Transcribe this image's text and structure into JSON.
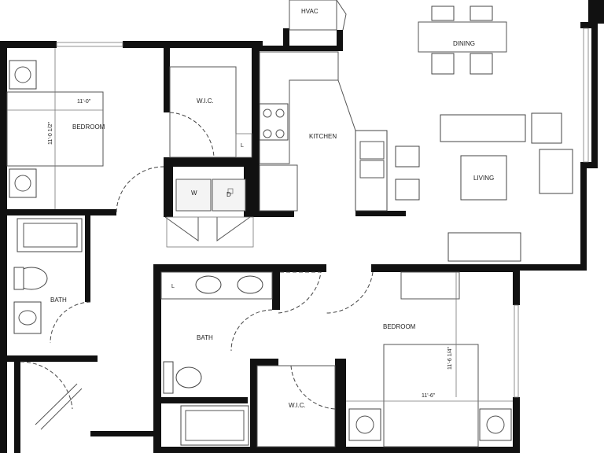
{
  "rooms": {
    "hvac": "HVAC",
    "dining": "DINING",
    "bedroom_top": "BEDROOM",
    "wic_top": "W.I.C.",
    "kitchen": "KITCHEN",
    "living": "LIVING",
    "bath_left": "BATH",
    "bath_mid": "BATH",
    "bedroom_bottom": "BEDROOM",
    "wic_bottom": "W.I.C."
  },
  "dimensions": {
    "bedroom_top_width": "11'-0\"",
    "bedroom_top_depth": "11'-0 1/2\"",
    "bedroom_bottom_depth": "11'-6 1/4\"",
    "bedroom_bottom_width": "11'-6\""
  },
  "fixtures": {
    "washer": "W",
    "dryer": "D",
    "linen_wic": "L",
    "linen_bath": "L"
  }
}
